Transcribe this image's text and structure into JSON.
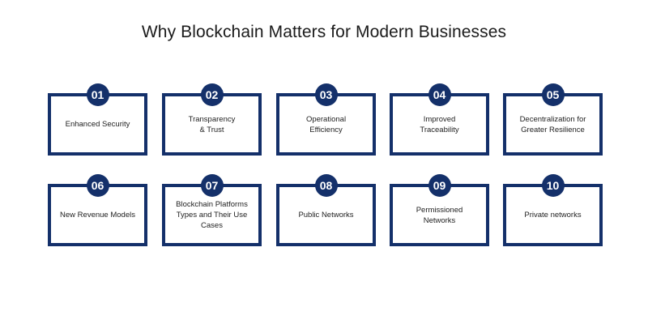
{
  "title": "Why Blockchain Matters for Modern Businesses",
  "colors": {
    "accent": "#14306a",
    "text": "#222222",
    "background": "#ffffff"
  },
  "cards": [
    {
      "number": "01",
      "label": "Enhanced Security"
    },
    {
      "number": "02",
      "label": "Transparency\n& Trust"
    },
    {
      "number": "03",
      "label": "Operational\nEfficiency"
    },
    {
      "number": "04",
      "label": "Improved\nTraceability"
    },
    {
      "number": "05",
      "label": "Decentralization for\nGreater Resilience"
    },
    {
      "number": "06",
      "label": "New Revenue Models"
    },
    {
      "number": "07",
      "label": "Blockchain Platforms\nTypes and Their Use\nCases"
    },
    {
      "number": "08",
      "label": "Public Networks"
    },
    {
      "number": "09",
      "label": "Permissioned\nNetworks"
    },
    {
      "number": "10",
      "label": "Private networks"
    }
  ]
}
